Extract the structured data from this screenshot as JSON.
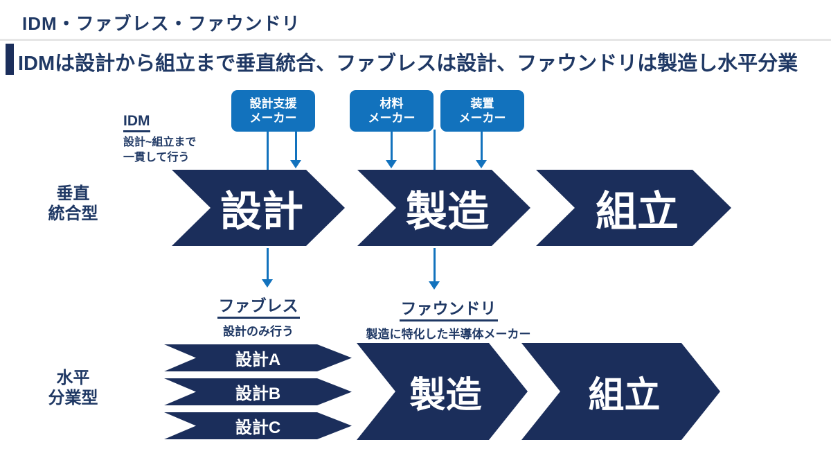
{
  "page": {
    "title": "IDM・ファブレス・ファウンドリ",
    "headline": "IDMは設計から組立まで垂直統合、ファブレスは設計、ファウンドリは製造し水平分業"
  },
  "colors": {
    "navy_shape": "#1b2e5b",
    "navy_text": "#1f3864",
    "accent_blue": "#1272bd",
    "divider_gray": "#e6e6e6"
  },
  "suppliers": [
    {
      "line1": "設計支援",
      "line2": "メーカー"
    },
    {
      "line1": "材料",
      "line2": "メーカー"
    },
    {
      "line1": "装置",
      "line2": "メーカー"
    }
  ],
  "idm": {
    "name": "IDM",
    "desc1": "設計~組立まで",
    "desc2": "一貫して行う"
  },
  "vertical": {
    "label1": "垂直",
    "label2": "統合型",
    "steps": [
      "設計",
      "製造",
      "組立"
    ]
  },
  "fabless": {
    "name": "ファブレス",
    "desc": "設計のみ行う"
  },
  "foundry": {
    "name": "ファウンドリ",
    "desc": "製造に特化した半導体メーカー"
  },
  "horizontal": {
    "label1": "水平",
    "label2": "分業型",
    "designers": [
      "設計A",
      "設計B",
      "設計C"
    ],
    "steps": [
      "製造",
      "組立"
    ]
  }
}
